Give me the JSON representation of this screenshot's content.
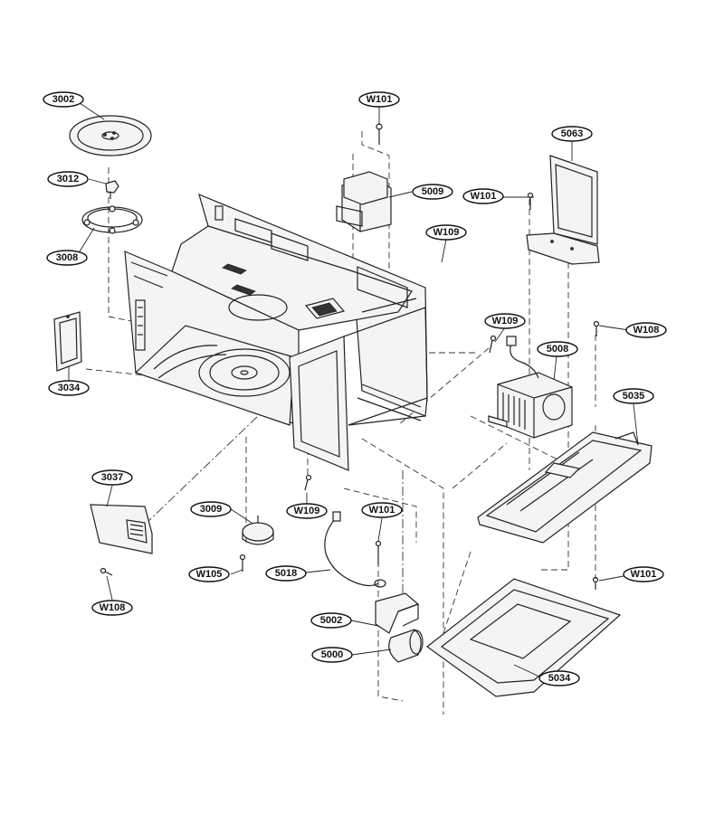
{
  "callouts": {
    "c3002": "3002",
    "c3012": "3012",
    "c3008": "3008",
    "c3034": "3034",
    "c3037": "3037",
    "c3009": "3009",
    "cW105": "W105",
    "cW108a": "W108",
    "cW109c": "W109",
    "cW101a": "W101",
    "c5009": "5009",
    "cW101b": "W101",
    "c5063": "5063",
    "cW109a": "W109",
    "cW109b": "W109",
    "cW108b": "W108",
    "c5008": "5008",
    "c5035": "5035",
    "cW101c": "W101",
    "c5018": "5018",
    "cW101d": "W101",
    "c5002": "5002",
    "c5000": "5000",
    "c5034": "5034"
  }
}
